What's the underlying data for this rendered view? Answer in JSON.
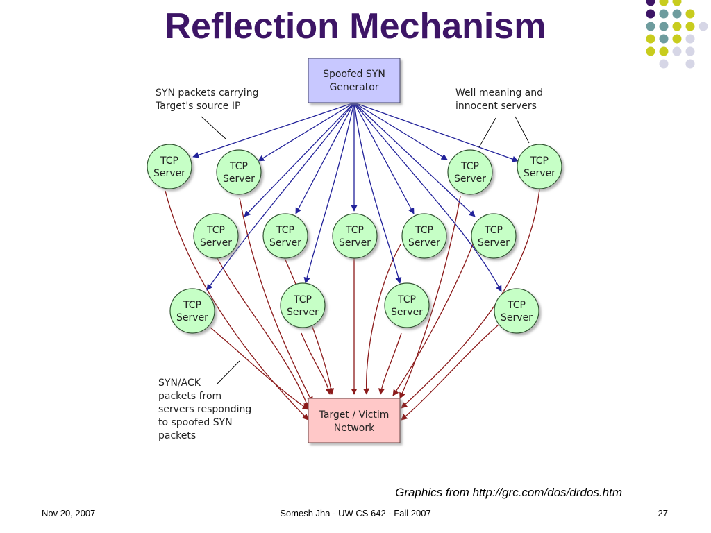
{
  "slide": {
    "title": "Reflection Mechanism",
    "credit": "Graphics from http://grc.com/dos/drdos.htm",
    "footer": {
      "date": "Nov 20, 2007",
      "author": "Somesh Jha - UW CS 642 - Fall 2007",
      "page": "27"
    }
  },
  "colors": {
    "title": "#3d1566",
    "generator_fill": "#c8c8ff",
    "server_fill": "#c6ffc6",
    "target_fill": "#ffc8c8",
    "syn_arrow": "#22229a",
    "synack_arrow": "#8b1a1a",
    "dot_purple": "#3d1566",
    "dot_teal": "#6e9c9e",
    "dot_yellow": "#c8cc1e",
    "dot_lavender": "#d6d6e6"
  },
  "diagram": {
    "generator": {
      "line1": "Spoofed SYN",
      "line2": "Generator"
    },
    "target": {
      "line1": "Target / Victim",
      "line2": "Network"
    },
    "server_label": {
      "line1": "TCP",
      "line2": "Server"
    },
    "annotations": {
      "syn_packets": [
        "SYN packets carrying",
        "Target's source IP"
      ],
      "well_meaning": [
        "Well meaning and",
        "innocent servers"
      ],
      "synack": [
        "SYN/ACK",
        "packets from",
        "servers responding",
        "to spoofed SYN",
        "packets"
      ]
    }
  }
}
